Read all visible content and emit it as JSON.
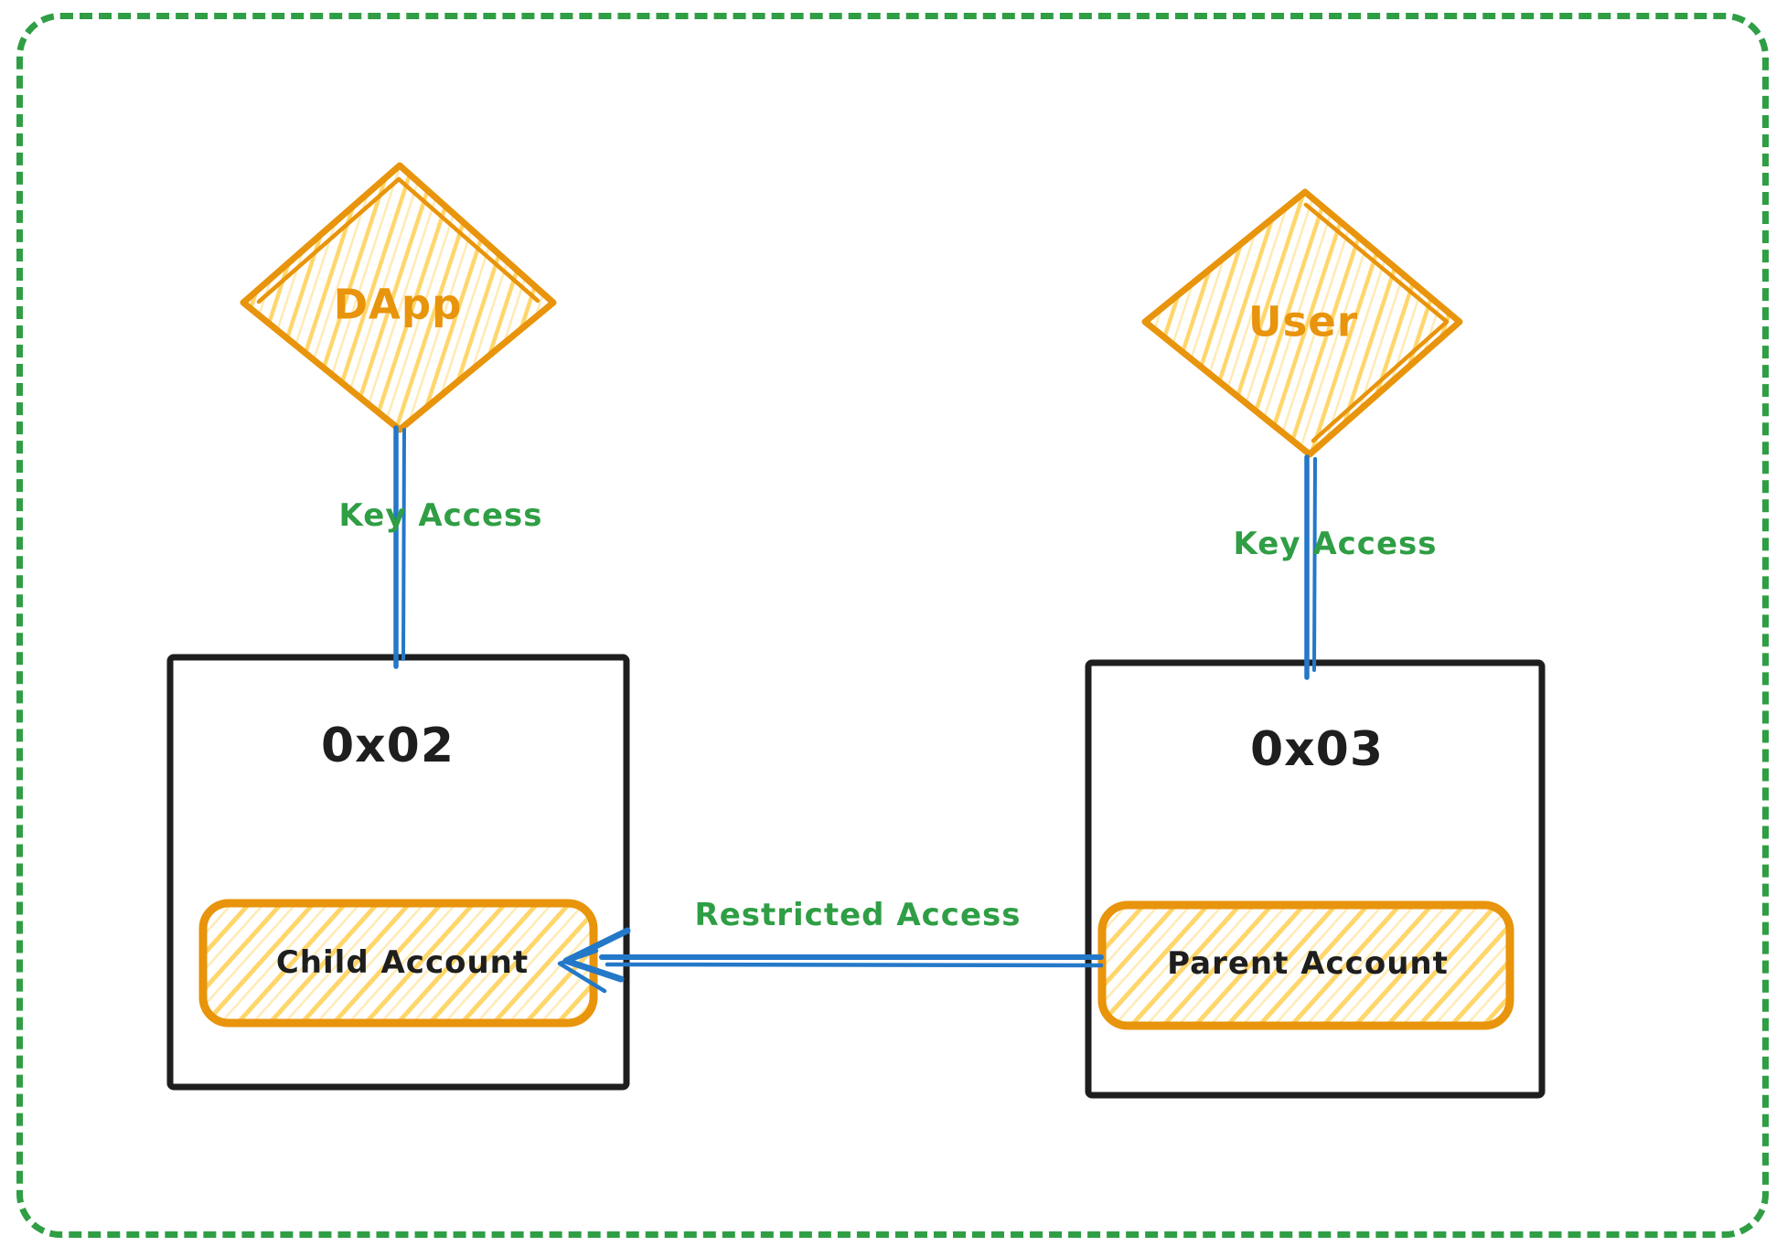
{
  "colors": {
    "orange": "#e8940c",
    "hatch_bold": "#ffd66b",
    "hatch_light": "#ffeab3",
    "green": "#2f9e44",
    "blue": "#2478c8",
    "black": "#1e1e1e"
  },
  "nodes": {
    "dapp": {
      "label": "DApp",
      "shape": "diamond"
    },
    "user": {
      "label": "User",
      "shape": "diamond"
    },
    "wallet_child": {
      "label": "0x02",
      "shape": "rectangle"
    },
    "wallet_parent": {
      "label": "0x03",
      "shape": "rectangle"
    },
    "child_account": {
      "label": "Child Account",
      "shape": "rounded-rectangle"
    },
    "parent_account": {
      "label": "Parent Account",
      "shape": "rounded-rectangle"
    }
  },
  "edges": {
    "dapp_to_wallet_child": {
      "label": "Key Access"
    },
    "user_to_wallet_parent": {
      "label": "Key Access"
    },
    "parent_to_child": {
      "label": "Restricted Access",
      "direction": "right-to-left"
    }
  }
}
